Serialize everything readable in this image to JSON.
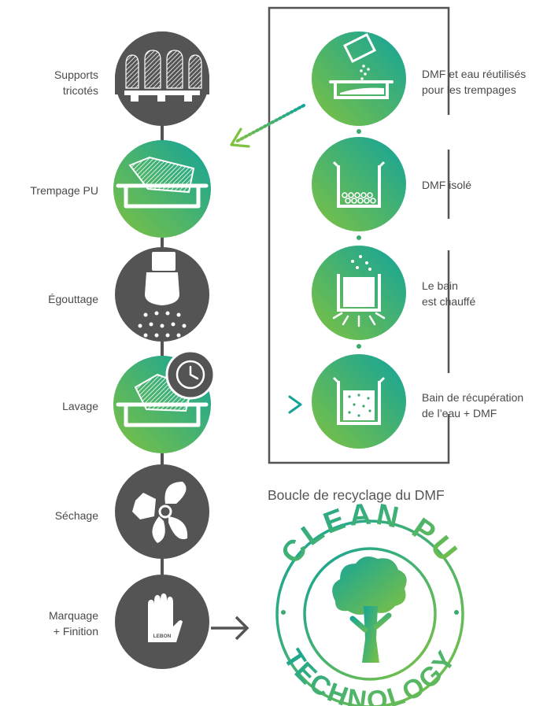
{
  "colors": {
    "dark": "#545454",
    "green_start": "#7ec242",
    "green_end": "#13a39a",
    "text": "#4a4a4a"
  },
  "steps": [
    {
      "label_lines": [
        "Supports",
        "tricotés"
      ],
      "icon": "knitted-supports-icon"
    },
    {
      "label_lines": [
        "Trempage PU"
      ],
      "icon": "dipping-basin-icon"
    },
    {
      "label_lines": [
        "Égouttage"
      ],
      "icon": "dripping-glove-icon"
    },
    {
      "label_lines": [
        "Lavage"
      ],
      "icon": "washing-basin-icon"
    },
    {
      "label_lines": [
        "Séchage"
      ],
      "icon": "fan-drying-icon"
    },
    {
      "label_lines": [
        "Marquage",
        "+ Finition"
      ],
      "icon": "marked-glove-icon"
    }
  ],
  "stamp_text": "LEBON",
  "loop": {
    "caption": "Boucle de recyclage du DMF",
    "steps": [
      {
        "label_lines": [
          "DMF et eau réutilisés",
          "pour les trempages"
        ],
        "icon": "pouring-container-icon"
      },
      {
        "label_lines": [
          "DMF isolé"
        ],
        "icon": "isolated-dmf-beaker-icon"
      },
      {
        "label_lines": [
          "Le bain",
          "est chauffé"
        ],
        "icon": "heated-beaker-icon"
      },
      {
        "label_lines": [
          "Bain de récupération",
          "de l’eau + DMF"
        ],
        "icon": "recovery-bath-beaker-icon"
      }
    ]
  },
  "logo": {
    "top_text": "CLEAN PU",
    "bottom_text": "TECHNOLOGY"
  }
}
